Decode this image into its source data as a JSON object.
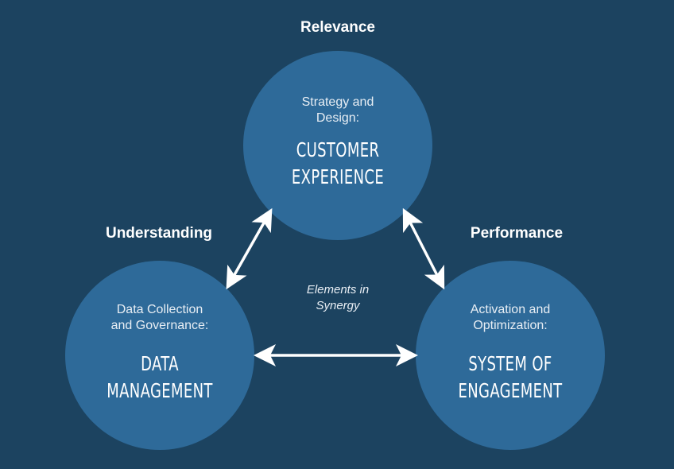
{
  "diagram": {
    "center_label": [
      "Elements in",
      "Synergy"
    ],
    "nodes": [
      {
        "id": "top",
        "header": "Relevance",
        "subtitle": [
          "Strategy and",
          "Design:"
        ],
        "title": [
          "CUSTOMER",
          "EXPERIENCE"
        ]
      },
      {
        "id": "left",
        "header": "Understanding",
        "subtitle": [
          "Data Collection",
          "and Governance:"
        ],
        "title": [
          "DATA",
          "MANAGEMENT"
        ]
      },
      {
        "id": "right",
        "header": "Performance",
        "subtitle": [
          "Activation and",
          "Optimization:"
        ],
        "title": [
          "SYSTEM OF",
          "ENGAGEMENT"
        ]
      }
    ],
    "connections": [
      {
        "from": "top",
        "to": "left",
        "type": "bidirectional"
      },
      {
        "from": "top",
        "to": "right",
        "type": "bidirectional"
      },
      {
        "from": "left",
        "to": "right",
        "type": "bidirectional"
      }
    ],
    "colors": {
      "background": "#1c4360",
      "circle": "#2e6a99",
      "text": "#ffffff",
      "arrow": "#ffffff"
    }
  }
}
